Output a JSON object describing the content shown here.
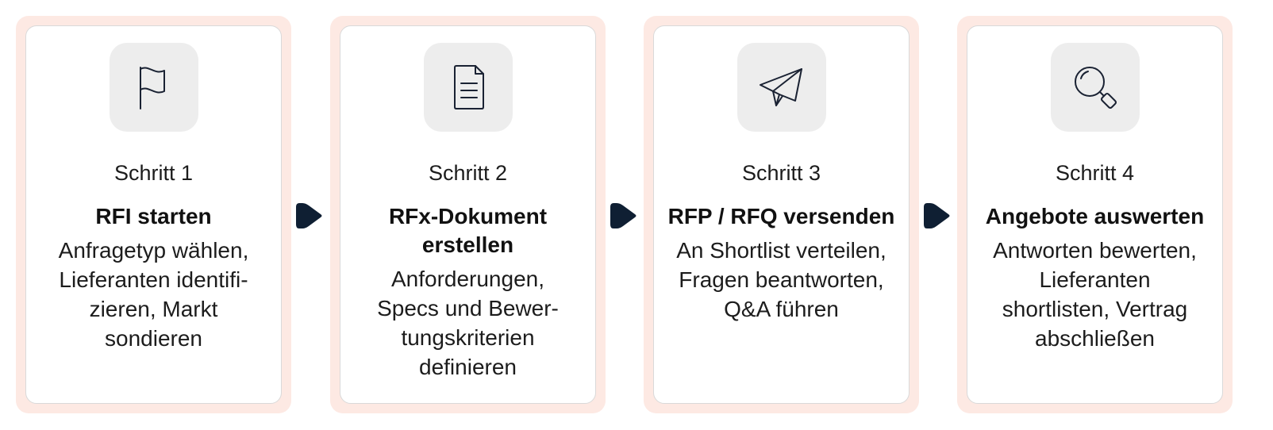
{
  "steps": [
    {
      "icon": "flag-icon",
      "number": "Schritt 1",
      "title_lines": [
        "RFI starten"
      ],
      "desc_lines": [
        "Anfragetyp wählen,",
        "Lieferanten identifi-",
        "zieren, Markt",
        "sondieren"
      ]
    },
    {
      "icon": "document-icon",
      "number": "Schritt 2",
      "title_lines": [
        "RFx-Dokument",
        "erstellen"
      ],
      "desc_lines": [
        "Anforderungen,",
        "Specs und Bewer-",
        "tungskriterien",
        "definieren"
      ]
    },
    {
      "icon": "paper-plane-icon",
      "number": "Schritt 3",
      "title_lines": [
        "RFP / RFQ versenden"
      ],
      "desc_lines": [
        "An Shortlist verteilen,",
        "Fragen beantworten,",
        "Q&A führen"
      ]
    },
    {
      "icon": "magnifier-icon",
      "number": "Schritt 4",
      "title_lines": [
        "Angebote auswerten"
      ],
      "desc_lines": [
        "Antworten bewerten,",
        "Lieferanten",
        "shortlisten, Vertrag",
        "abschließen"
      ]
    }
  ],
  "colors": {
    "card_outer": "#fde9e3",
    "card_border": "#d9d9d9",
    "icon_tile": "#ededed",
    "arrow": "#0f1f33",
    "icon_stroke": "#1a2233"
  }
}
